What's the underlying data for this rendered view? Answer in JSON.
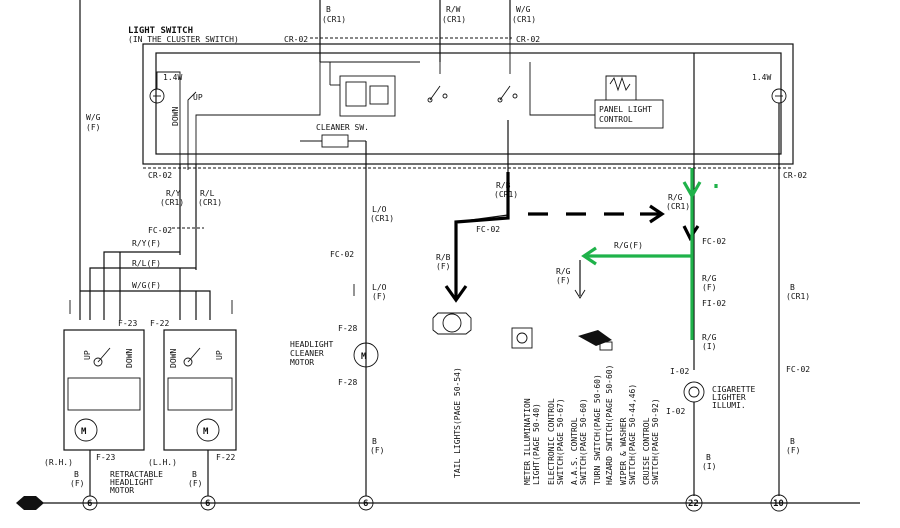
{
  "switch": {
    "title_line1": "LIGHT SWITCH",
    "title_line2": "(IN THE CLUSTER SWITCH)",
    "cr02_top_left": "CR-02",
    "cr02_top_right": "CR-02",
    "cleaner_sw": "CLEANER SW.",
    "panel_light_line1": "PANEL LIGHT",
    "panel_light_line2": "CONTROL",
    "lamp_left_watt": "1.4W",
    "lamp_right_watt": "1.4W",
    "down_label": "DOWN",
    "up_label": "UP",
    "cr02_bottom_left": "CR-02",
    "cr02_bottom_right": "CR-02"
  },
  "top_wires": [
    {
      "color": "B",
      "connector": "(CR1)"
    },
    {
      "color": "R/W",
      "connector": "(CR1)"
    },
    {
      "color": "W/G",
      "connector": "(CR1)"
    }
  ],
  "left_wires": {
    "wg_color": "W/G",
    "wg_sub": "(F)",
    "ry_color": "R/Y",
    "ry_sub": "(CR1)",
    "rl_color": "R/L",
    "rl_sub": "(CR1)",
    "fc02": "FC-02",
    "bus_ry": "R/Y(F)",
    "bus_rl": "R/L(F)",
    "bus_wg": "W/G(F)"
  },
  "motors": {
    "f23_top": "F-23",
    "f22_top": "F-22",
    "f23_bottom": "F-23",
    "f22_bottom": "F-22",
    "rh": "(R.H.)",
    "lh": "(L.H.)",
    "up": "UP",
    "down": "DOWN",
    "motor_symbol": "M",
    "retract_line1": "RETRACTABLE",
    "retract_line2": "HEADLIGHT",
    "retract_line3": "MOTOR",
    "ground_b1": "B",
    "ground_f1": "(F)",
    "ground_b2": "B",
    "ground_f2": "(F)"
  },
  "cleaner": {
    "wire_color": "L/O",
    "wire_sub": "(CR1)",
    "fc02": "FC-02",
    "wire2_color": "L/O",
    "wire2_sub": "(F)",
    "f28_top": "F-28",
    "f28_bottom": "F-28",
    "motor_line1": "HEADLIGHT",
    "motor_line2": "CLEANER",
    "motor_line3": "MOTOR",
    "motor_symbol": "M",
    "ground_b": "B",
    "ground_f": "(F)"
  },
  "center": {
    "rb_color": "R/B",
    "rb_sub": "(CR1)",
    "fc02": "FC-02",
    "rb2_color": "R/B",
    "rb2_sub": "(F)",
    "tail_lights": "TAIL LIGHTS(PAGE 50-54)",
    "rg_color": "R/G",
    "rg_sub": "(F)",
    "rg_bus": "R/G(F)"
  },
  "destinations": [
    "METER ILLUMINATION",
    "LIGHT(PAGE 50-40)",
    "ELECTRONIC CONTROL",
    "SWITCH(PAGE 50-67)",
    "A.A.S. CONTROL",
    "SWITCH(PAGE 50-60)",
    "TURN SWITCH(PAGE 50-60)",
    "HAZARD SWITCH(PAGE 50-60)",
    "WIPER & WASHER",
    "SWITCH(PAGE 50-44,46)",
    "CRUISE CONTROL",
    "SWITCH(PAGE 50-92)"
  ],
  "right": {
    "rg_top": "R/G",
    "rg_top_sub": "(CR1)",
    "fc02": "FC-02",
    "rg_f": "R/G",
    "rg_f_sub": "(F)",
    "fi02": "FI-02",
    "rg_i": "R/G",
    "rg_i_sub": "(I)",
    "i02_top": "I-02",
    "i02_bottom": "I-02",
    "cig_line1": "CIGARETTE",
    "cig_line2": "LIGHTER",
    "cig_line3": "ILLUMI.",
    "b_sub_label": "B",
    "b_sub_i": "(I)",
    "far_b": "B",
    "far_cr1": "(CR1)",
    "far_fc02": "FC-02",
    "far_b2": "B",
    "far_f2": "(F)"
  },
  "grounds": [
    "6",
    "6",
    "6",
    "22",
    "10"
  ],
  "annotation_colors": {
    "black": "#000000",
    "green": "#1fb24a"
  }
}
